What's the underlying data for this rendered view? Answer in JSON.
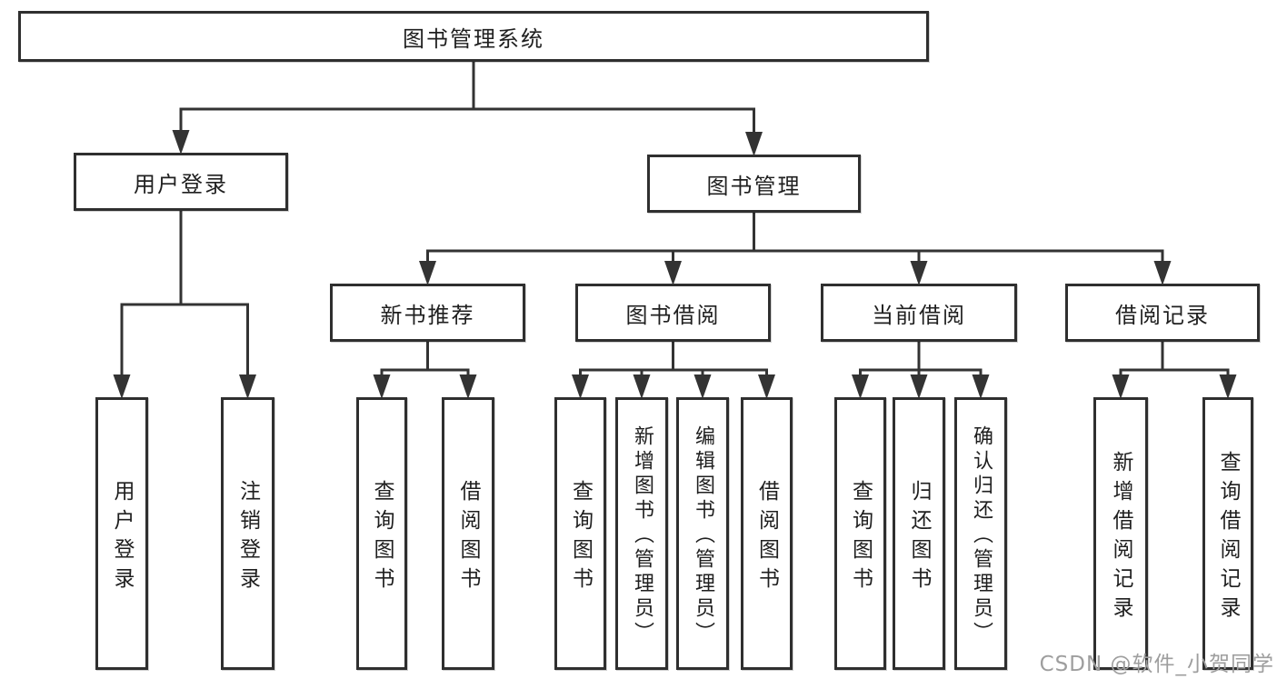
{
  "diagram": {
    "type": "tree",
    "title": "图书管理系统",
    "nodes": [
      {
        "id": "root",
        "parent": null,
        "label": "图书管理系统"
      },
      {
        "id": "user-login",
        "parent": "root",
        "label": "用户登录"
      },
      {
        "id": "book-mgmt",
        "parent": "root",
        "label": "图书管理"
      },
      {
        "id": "new-books",
        "parent": "book-mgmt",
        "label": "新书推荐"
      },
      {
        "id": "book-borrow",
        "parent": "book-mgmt",
        "label": "图书借阅"
      },
      {
        "id": "current-borrow",
        "parent": "book-mgmt",
        "label": "当前借阅"
      },
      {
        "id": "borrow-records",
        "parent": "book-mgmt",
        "label": "借阅记录"
      },
      {
        "id": "leaf-user-login",
        "parent": "user-login",
        "label": "用户登录"
      },
      {
        "id": "leaf-logout",
        "parent": "user-login",
        "label": "注销登录"
      },
      {
        "id": "leaf-query-book-1",
        "parent": "new-books",
        "label": "查询图书"
      },
      {
        "id": "leaf-borrow-book-1",
        "parent": "new-books",
        "label": "借阅图书"
      },
      {
        "id": "leaf-query-book-2",
        "parent": "book-borrow",
        "label": "查询图书"
      },
      {
        "id": "leaf-add-book",
        "parent": "book-borrow",
        "label": "新增图书（管理员）"
      },
      {
        "id": "leaf-edit-book",
        "parent": "book-borrow",
        "label": "编辑图书（管理员）"
      },
      {
        "id": "leaf-borrow-book-2",
        "parent": "book-borrow",
        "label": "借阅图书"
      },
      {
        "id": "leaf-query-book-3",
        "parent": "current-borrow",
        "label": "查询图书"
      },
      {
        "id": "leaf-return-book",
        "parent": "current-borrow",
        "label": "归还图书"
      },
      {
        "id": "leaf-confirm-return",
        "parent": "current-borrow",
        "label": "确认归还（管理员）"
      },
      {
        "id": "leaf-add-record",
        "parent": "borrow-records",
        "label": "新增借阅记录"
      },
      {
        "id": "leaf-query-record",
        "parent": "borrow-records",
        "label": "查询借阅记录"
      }
    ]
  },
  "watermark": {
    "text": "CSDN @软件_小贺同学",
    "color": "#9e9e9e"
  },
  "colors": {
    "line": "#333333",
    "border": "#2f2f2f",
    "text": "#1f1f1f",
    "background": "#ffffff"
  }
}
